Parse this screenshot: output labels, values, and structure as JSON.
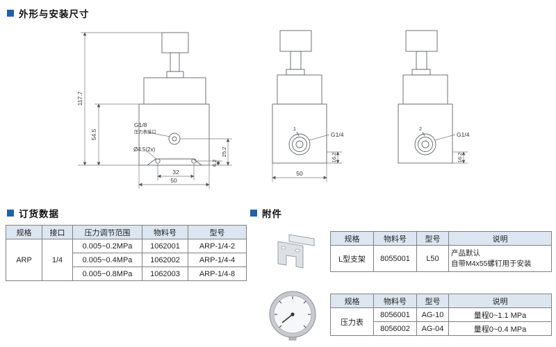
{
  "accent": "#1f62ac",
  "sections": {
    "dimensions_title": "外形与安装尺寸",
    "ordering_title": "订货数据",
    "accessories_title": "附件"
  },
  "drawing": {
    "dim_117_7": "117.7",
    "dim_54_5": "54.5",
    "g18": "G1/8",
    "gauge_port_label": "压力表接口",
    "hole_label": "Ø4.5(2x)",
    "dim_32": "32",
    "dim_50_left": "50",
    "dim_6_2": "6.2",
    "dim_25_2": "25.2",
    "port1": "1",
    "g14_mid": "G1/4",
    "dim_50_mid": "50",
    "dim_16_2_mid": "16.2",
    "port2": "2",
    "g14_right": "G1/4",
    "dim_16_2_right": "16.2"
  },
  "ordering_table": {
    "headers": [
      "规格",
      "接口",
      "压力调节范围",
      "物料号",
      "型号"
    ],
    "spec": "ARP",
    "port": "1/4",
    "rows": [
      {
        "range": "0.005~0.2MPa",
        "part_no": "1062001",
        "model": "ARP-1/4-2"
      },
      {
        "range": "0.005~0.4MPa",
        "part_no": "1062002",
        "model": "ARP-1/4-4"
      },
      {
        "range": "0.005~0.8MPa",
        "part_no": "1062003",
        "model": "ARP-1/4-8"
      }
    ]
  },
  "bracket_table": {
    "headers": [
      "规格",
      "物料号",
      "型号",
      "说明"
    ],
    "spec": "L型支架",
    "part_no": "8055001",
    "model": "L50",
    "desc_line1": "产品默认",
    "desc_line2": "自带M4x55螺钉用于安装"
  },
  "gauge_table": {
    "headers": [
      "规格",
      "物料号",
      "型号",
      "说明"
    ],
    "spec": "压力表",
    "rows": [
      {
        "part_no": "8056001",
        "model": "AG-10",
        "desc": "量程0~1.1 MPa"
      },
      {
        "part_no": "8056002",
        "model": "AG-04",
        "desc": "量程0~0.4 MPa"
      }
    ]
  }
}
